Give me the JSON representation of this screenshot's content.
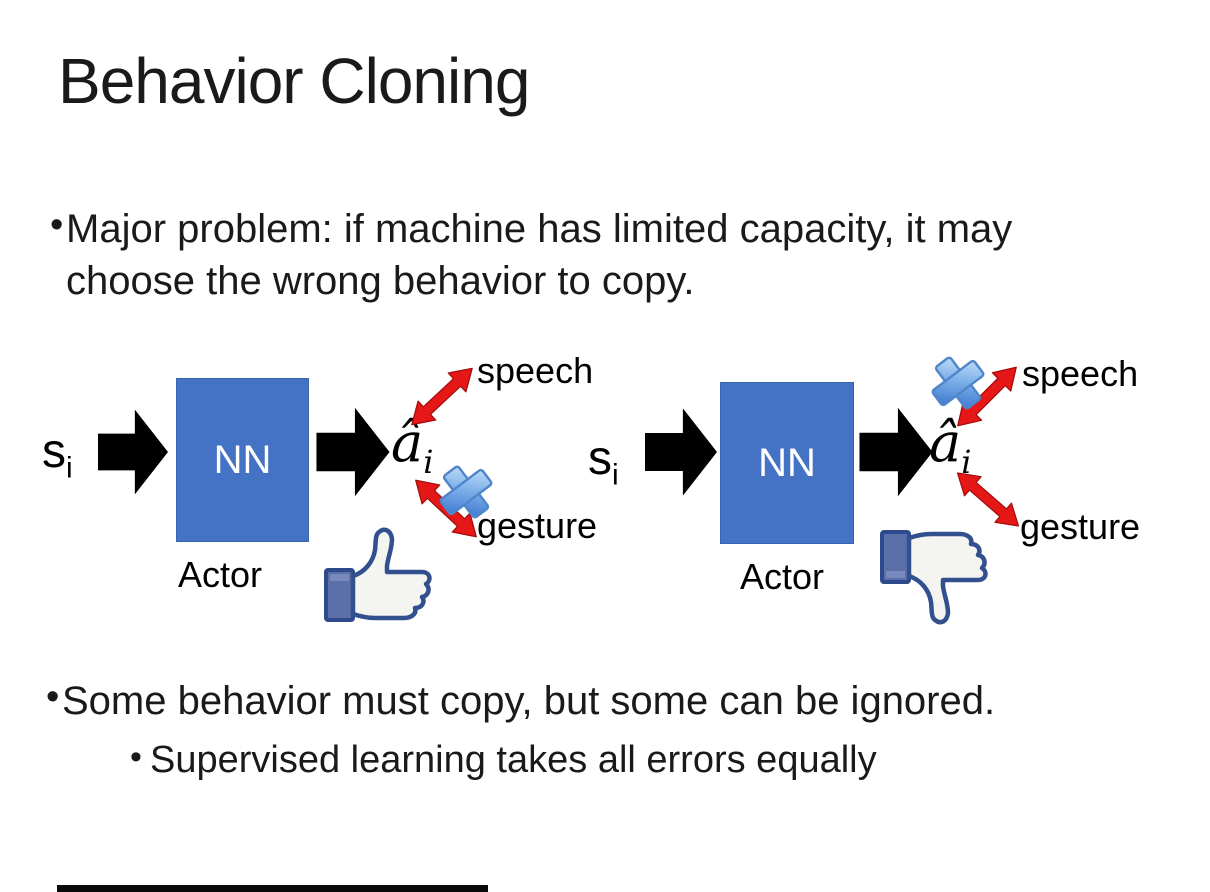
{
  "slide": {
    "title": "Behavior Cloning",
    "bullet_char": "•",
    "bullets": [
      {
        "level": 1,
        "text": "Major problem: if machine has limited capacity, it may choose the wrong behavior to copy."
      },
      {
        "level": 1,
        "text": "Some behavior must copy, but some can be ignored."
      },
      {
        "level": 2,
        "text": "Supervised learning takes all errors equally"
      }
    ]
  },
  "diagrams": {
    "left": {
      "input_main": "s",
      "input_sub": "i",
      "box_label": "NN",
      "actor_label": "Actor",
      "output_main": "â",
      "output_sub": "i",
      "speech_label": "speech",
      "gesture_label": "gesture",
      "crossed_branch": "gesture",
      "feedback_icon": "thumbs-up-icon"
    },
    "right": {
      "input_main": "s",
      "input_sub": "i",
      "box_label": "NN",
      "actor_label": "Actor",
      "output_main": "â",
      "output_sub": "i",
      "speech_label": "speech",
      "gesture_label": "gesture",
      "crossed_branch": "speech",
      "feedback_icon": "thumbs-down-icon"
    }
  },
  "colors": {
    "nn_box": "#4472C4",
    "black_arrow": "#000000",
    "red_arrow": "#E61717",
    "cross_blue": "#4A86D8",
    "thumb_outline": "#35508F",
    "thumb_cuff": "#5B6FA8",
    "text": "#1A1A1A"
  }
}
